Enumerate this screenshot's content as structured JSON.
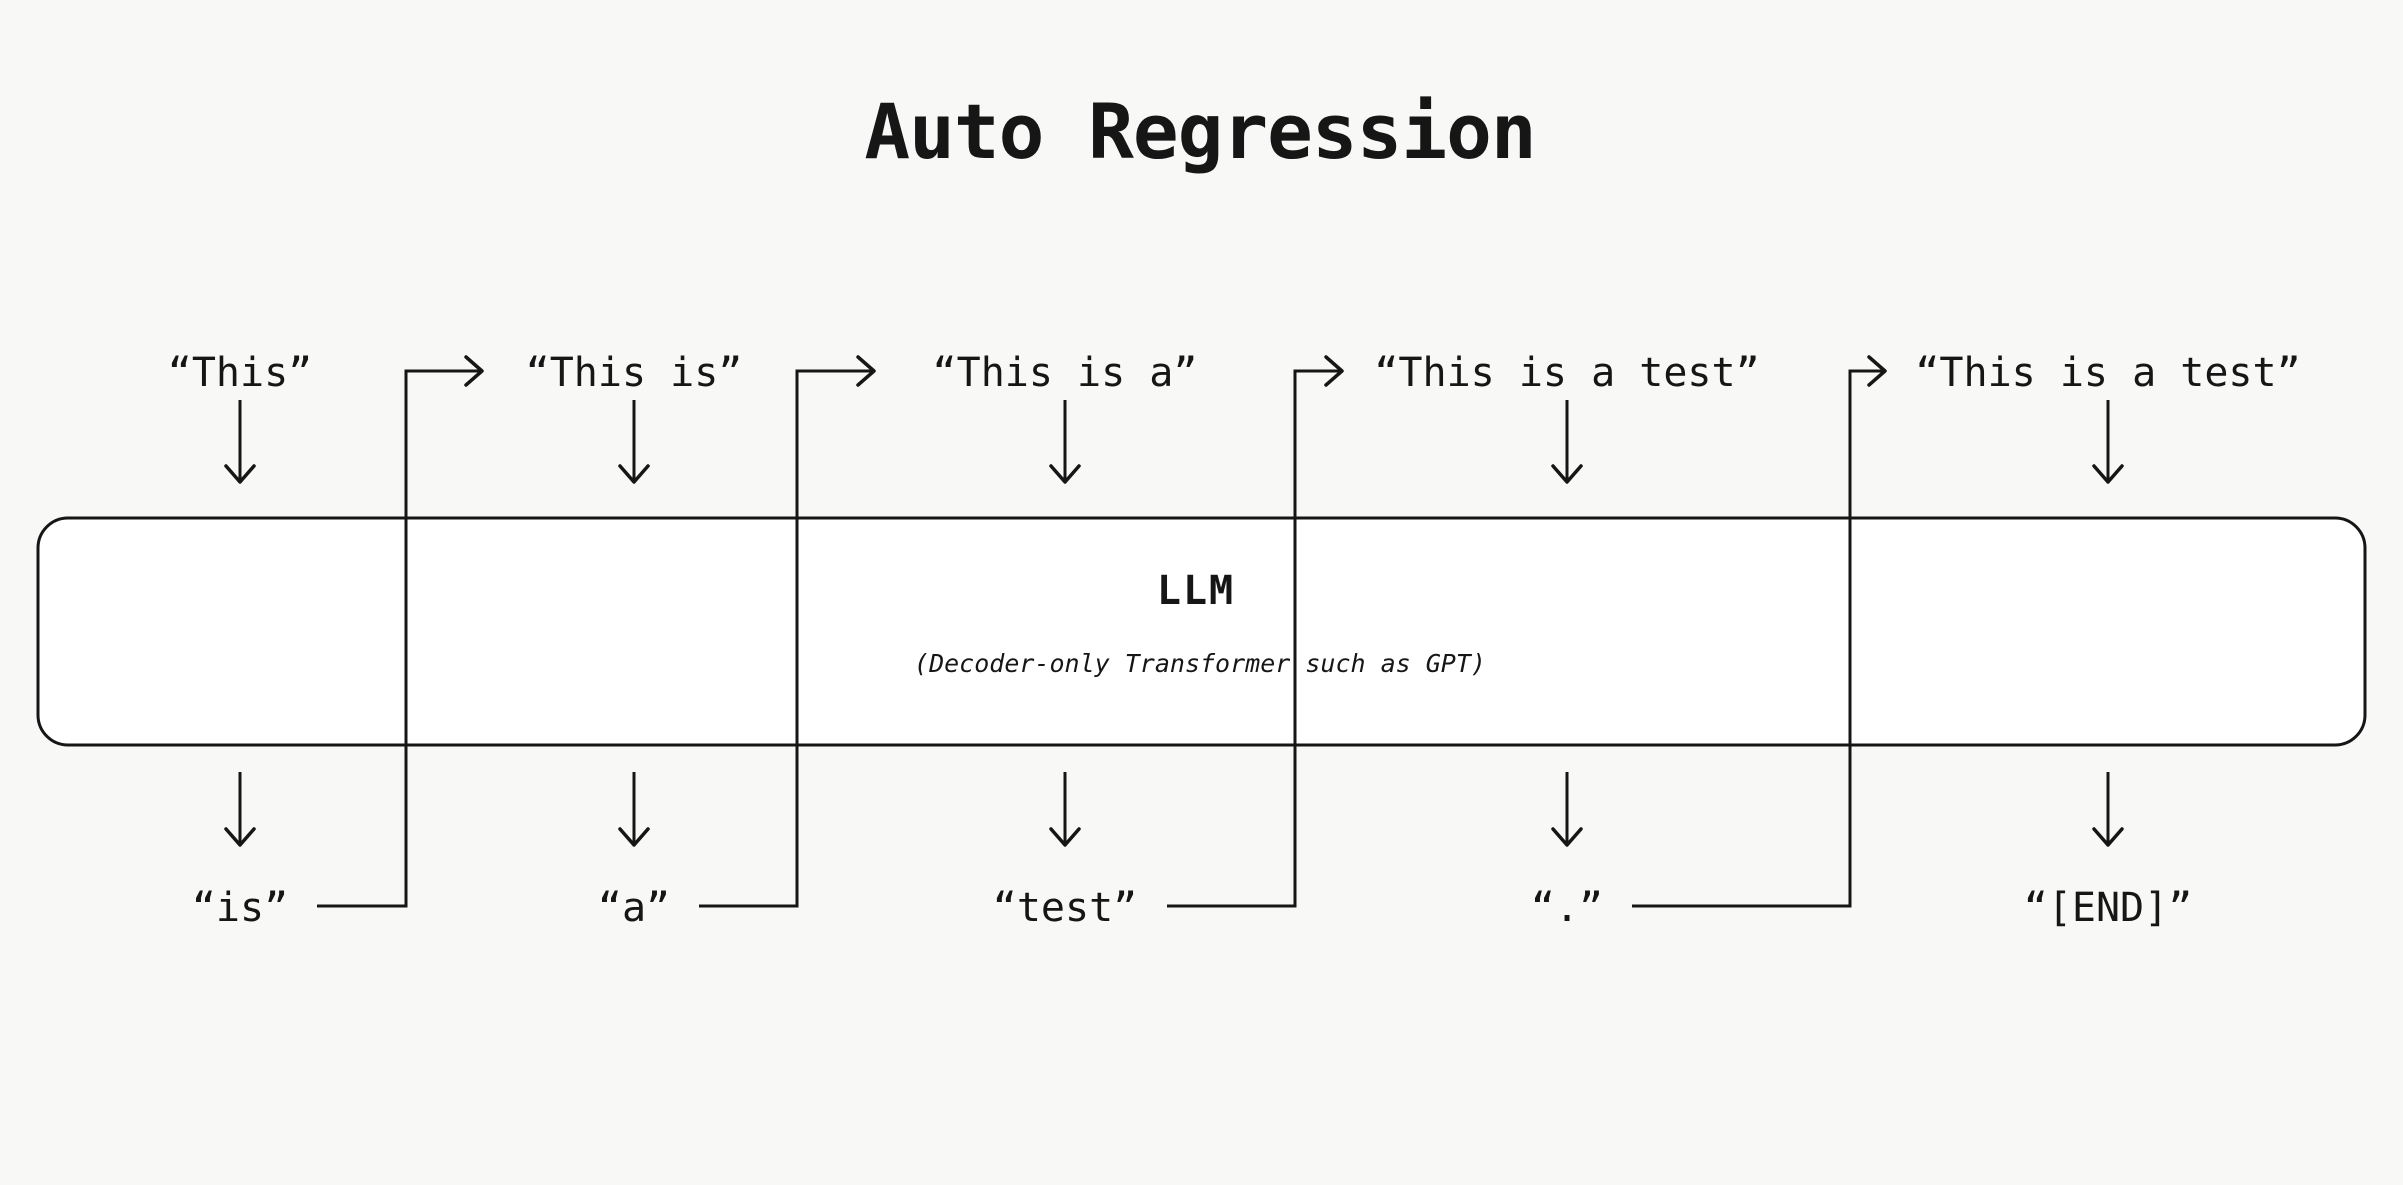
{
  "title": "Auto Regression",
  "llm_box": {
    "label": "LLM",
    "sublabel": "(Decoder-only Transformer such as GPT)"
  },
  "steps": [
    {
      "input": "“This”",
      "output": "“is”"
    },
    {
      "input": "“This is”",
      "output": "“a”"
    },
    {
      "input": "“This is a”",
      "output": "“test”"
    },
    {
      "input": "“This is a test”",
      "output": "“.”"
    },
    {
      "input": "“This is a test”",
      "output": "“[END]”"
    }
  ],
  "colors": {
    "background": "#f8f8f7",
    "ink": "#161616",
    "box_fill": "#ffffff"
  }
}
